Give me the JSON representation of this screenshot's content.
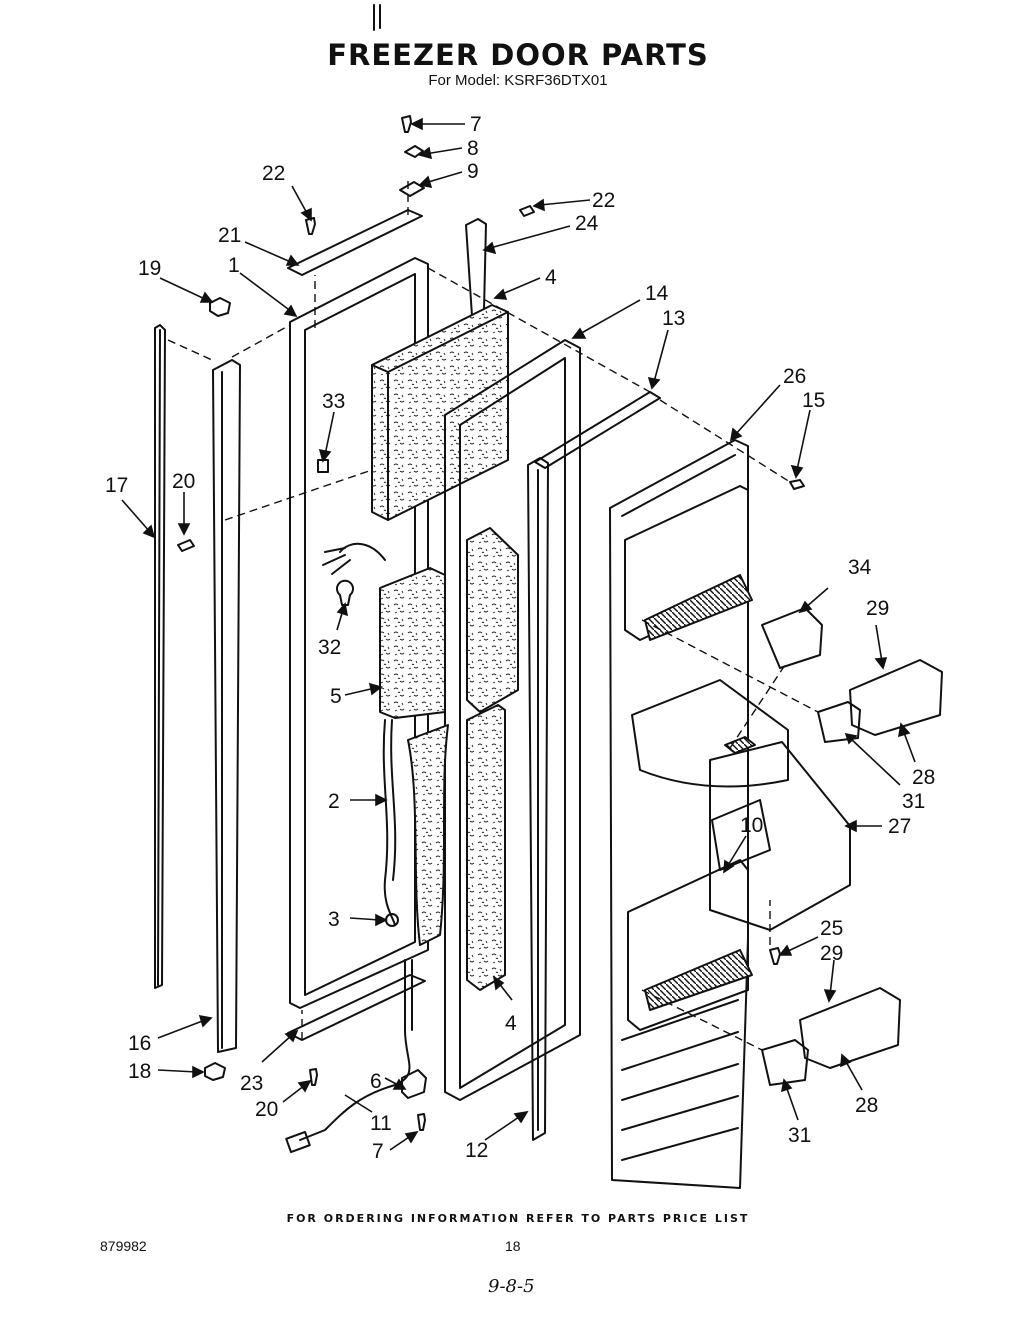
{
  "header": {
    "title": "FREEZER DOOR PARTS",
    "subtitle": "For Model: KSRF36DTX01"
  },
  "footer": {
    "ordering_note": "FOR ORDERING INFORMATION REFER TO PARTS PRICE LIST",
    "document_number": "879982",
    "page_number": "18",
    "handwritten_date": "9-8-5"
  },
  "callouts": [
    "7",
    "8",
    "9",
    "22",
    "22",
    "24",
    "21",
    "4",
    "19",
    "1",
    "14",
    "13",
    "26",
    "15",
    "33",
    "17",
    "20",
    "34",
    "29",
    "32",
    "5",
    "28",
    "31",
    "10",
    "27",
    "2",
    "25",
    "29",
    "3",
    "4",
    "16",
    "23",
    "18",
    "6",
    "20",
    "11",
    "12",
    "28",
    "7",
    "31"
  ]
}
